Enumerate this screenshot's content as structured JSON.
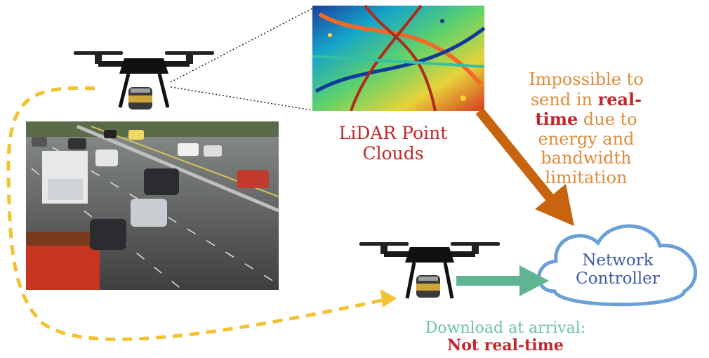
{
  "labels": {
    "lidar": "LiDAR Point Clouds",
    "impossible_pre": "Impossible to send in ",
    "impossible_bold": "real-time",
    "impossible_post": " due to energy and bandwidth limitation",
    "cloud": "Network Controller",
    "download": "Download at arrival:",
    "not_realtime": "Not real-time"
  },
  "colors": {
    "red": "#c2262b",
    "orange": "#e08b3a",
    "arrow_orange": "#c8640f",
    "teal": "#5fb491",
    "cloud_blue": "#6a9fd8",
    "dash_yellow": "#f2c230"
  },
  "icons": [
    "drone-icon",
    "lidar-sensor-icon",
    "cloud-icon",
    "highway-photo",
    "point-cloud-image"
  ]
}
